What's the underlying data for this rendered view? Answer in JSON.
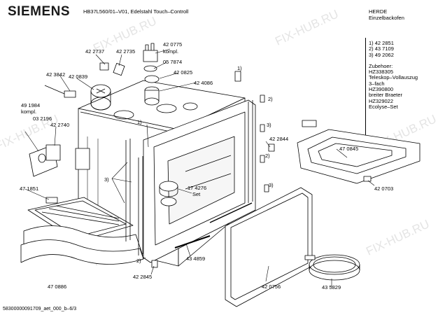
{
  "header": {
    "brand": "SIEMENS",
    "model_line": "HB37L560/01–V01, Edelstahl Touch–Controll",
    "category": "HERDE",
    "subcategory": "Einzelbackofen"
  },
  "legend": {
    "items": [
      "1) 42 2851",
      "2) 43 7109",
      "3) 49 2062"
    ],
    "accessories_title": "Zubehoer:",
    "accessories": [
      "HZ338305",
      "Teleskop–Vollauszug",
      "3–fach",
      "HZ390800",
      "breiter Braeter",
      "HZ329022",
      "Ecolyse–Set"
    ]
  },
  "parts": {
    "p422737": "42 2737",
    "p422735": "42 2735",
    "p420775": "42 0775",
    "kompl1": "kompl.",
    "p057874": "05 7874",
    "p423842": "42 3842",
    "p420839": "42 0839",
    "p420825": "42 0825",
    "p424086": "42 4086",
    "ref1a": "1)",
    "ref2a": "2)",
    "p491984": "49 1984",
    "kompl2": "kompl.",
    "p032196": "03 2196",
    "p422740": "42 2740",
    "ref1b": "1)",
    "ref3a": "3)",
    "ref2b": "2)",
    "ref3b": "3)",
    "p422844": "42 2844",
    "p470845": "47 0845",
    "ref3c": "3)",
    "p174276": "17 4276",
    "set": "Set",
    "p471851": "47 1851",
    "p420703": "42 0703",
    "ref2c": "2)",
    "p434859": "43 4859",
    "p422845": "42 2845",
    "p470886": "47 0886",
    "p420756": "42 0756",
    "p435829": "43 5829"
  },
  "footer": {
    "code": "58300000091709_aet_000_b–6/3"
  },
  "watermark": "FIX-HUB.RU"
}
